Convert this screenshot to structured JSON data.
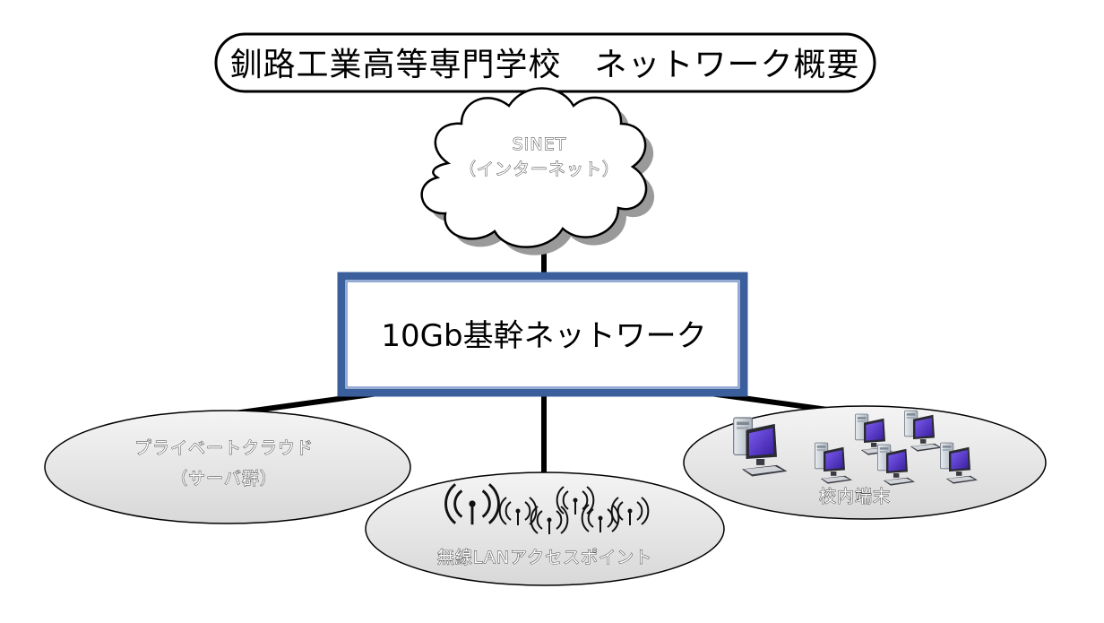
{
  "title": "釧路工業高等専門学校　ネットワーク概要",
  "internet": {
    "line1": "SINET",
    "line2": "（インターネット）"
  },
  "hub": {
    "label": "10Gb基幹ネットワーク"
  },
  "nodes": {
    "private_cloud": {
      "line1": "プライベートクラウド",
      "line2": "（サーバ群）"
    },
    "wireless": {
      "label": "無線LANアクセスポイント"
    },
    "campus": {
      "label": "校内端末"
    }
  },
  "colors": {
    "hub_border": "#3b5e9c",
    "ellipse_fill": "#e6e6e6",
    "monitor": "#5a3fc0",
    "cloud_shadow": "#9a9a9a"
  }
}
